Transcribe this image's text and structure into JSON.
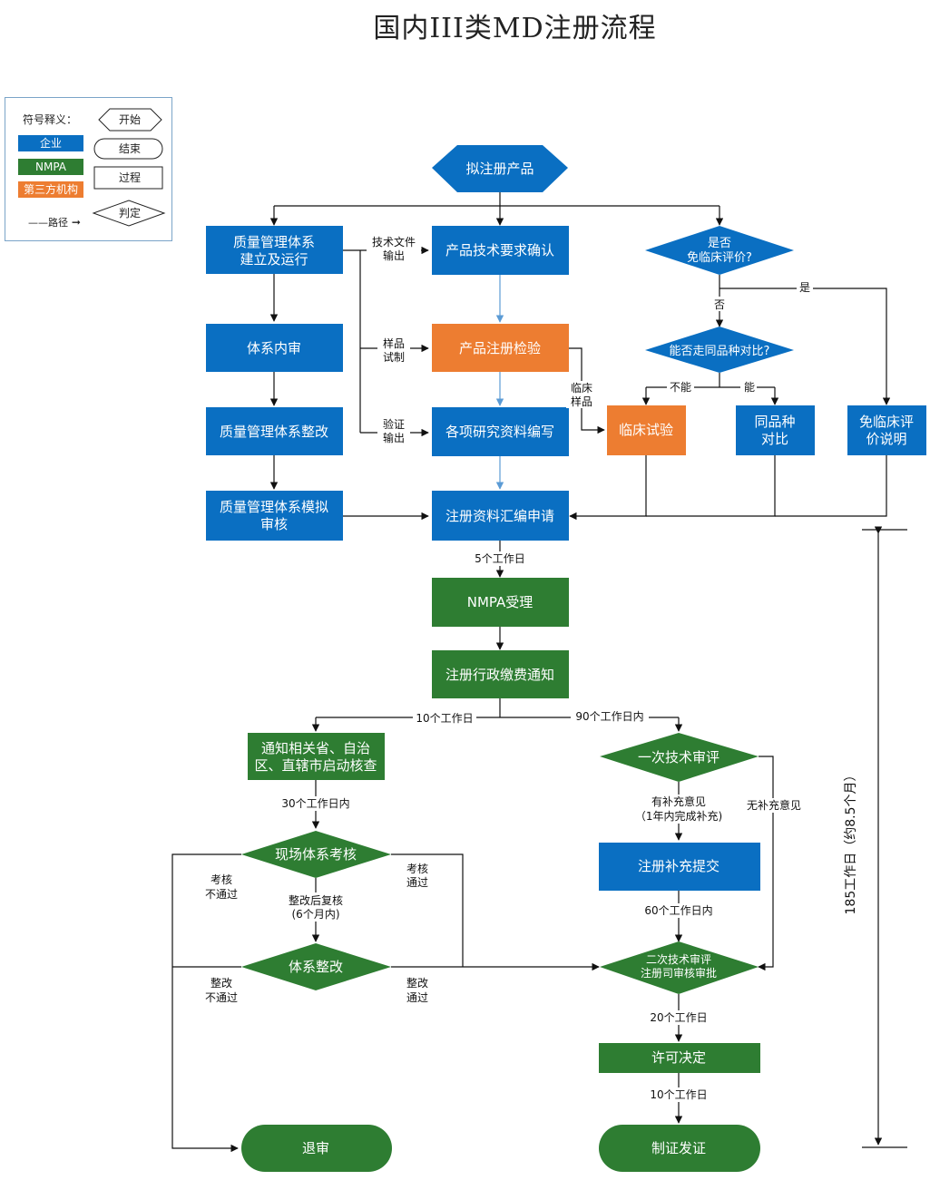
{
  "title": "国内III类MD注册流程",
  "colors": {
    "enterprise": "#0a6fc2",
    "nmpa": "#2e7d32",
    "third_party": "#ed7d31",
    "arrow": "#111111",
    "info_arrow": "#5b9bd5"
  },
  "legend": {
    "title": "符号释义：",
    "enterprise": "企业",
    "nmpa": "NMPA",
    "third_party": "第三方机构",
    "path": "——路径",
    "start": "开始",
    "end": "结束",
    "process": "过程",
    "decision": "判定"
  },
  "nodes": {
    "start": "拟注册产品",
    "qms_setup": [
      "质量管理体系",
      "建立及运行"
    ],
    "internal_audit": "体系内审",
    "qms_rectify": "质量管理体系整改",
    "qms_mock": [
      "质量管理体系模拟",
      "审核"
    ],
    "tech_req": "产品技术要求确认",
    "reg_test": "产品注册检验",
    "research": "各项研究资料编写",
    "submit": "注册资料汇编申请",
    "exempt_q": [
      "是否",
      "免临床评价?"
    ],
    "same_kind_q": "能否走同品种对比?",
    "clinical_trial": "临床试验",
    "same_kind": [
      "同品种",
      "对比"
    ],
    "exempt_desc": [
      "免临床评",
      "价说明"
    ],
    "nmpa_accept": "NMPA受理",
    "fee_notice": "注册行政缴费通知",
    "notify_inspect": [
      "通知相关省、自治",
      "区、直辖市启动核查"
    ],
    "site_audit": "现场体系考核",
    "rectify": "体系整改",
    "withdraw": "退审",
    "tech_review1": "一次技术审评",
    "supplement": "注册补充提交",
    "tech_review2": [
      "二次技术审评",
      "注册司审核审批"
    ],
    "license": "许可决定",
    "certificate": "制证发证"
  },
  "labels": {
    "tech_doc_out": [
      "技术文件",
      "输出"
    ],
    "sample_make": [
      "样品",
      "试制"
    ],
    "verify_out": [
      "验证",
      "输出"
    ],
    "clinical_sample": [
      "临床",
      "样品"
    ],
    "yes": "是",
    "no": "否",
    "cannot": "不能",
    "can": "能",
    "d5": "5个工作日",
    "d10": "10个工作日",
    "d90": "90个工作日内",
    "d30": "30个工作日内",
    "audit_fail": [
      "考核",
      "不通过"
    ],
    "audit_pass": [
      "考核",
      "通过"
    ],
    "re_audit": [
      "整改后复核",
      "(6个月内)"
    ],
    "rectify_fail": [
      "整改",
      "不通过"
    ],
    "rectify_pass": [
      "整改",
      "通过"
    ],
    "has_supp": [
      "有补充意见",
      "（1年内完成补充)"
    ],
    "no_supp": "无补充意见",
    "d60": "60个工作日内",
    "d20": "20个工作日",
    "d10b": "10个工作日",
    "total": "185工作日（约8.5个月）"
  }
}
